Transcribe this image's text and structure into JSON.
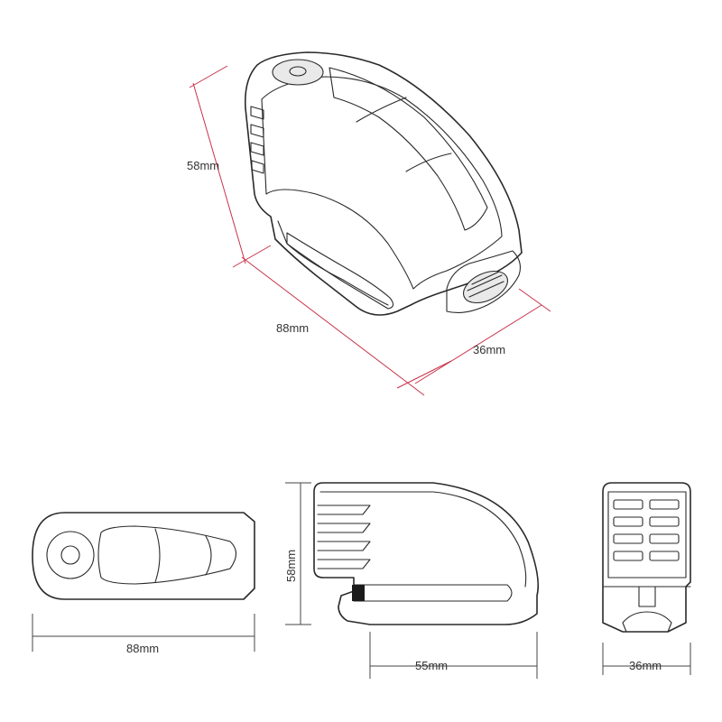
{
  "dimensions": {
    "iso_height": "58mm",
    "iso_length": "88mm",
    "iso_width": "36mm",
    "top_length": "88mm",
    "side_height": "58mm",
    "side_pin": "55mm",
    "front_width": "36mm"
  },
  "colors": {
    "dimension_line": "#c8324a",
    "outline": "#2a2a2a"
  }
}
